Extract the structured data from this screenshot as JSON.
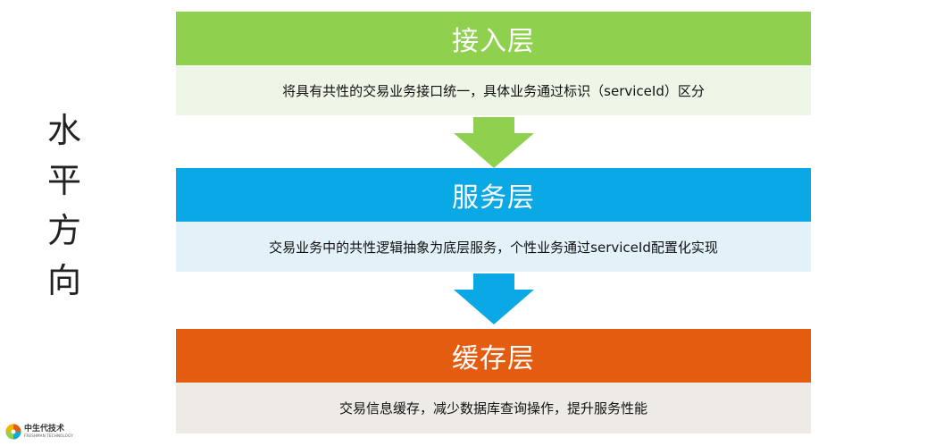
{
  "side_title": [
    "水",
    "平",
    "方",
    "向"
  ],
  "layers": [
    {
      "title": "接入层",
      "description": "将具有共性的交易业务接口统一，具体业务通过标识（serviceId）区分",
      "color": "#8fd14f"
    },
    {
      "title": "服务层",
      "description": "交易业务中的共性逻辑抽象为底层服务，个性业务通过serviceId配置化实现",
      "color": "#0aa9e6"
    },
    {
      "title": "缓存层",
      "description": "交易信息缓存，减少数据库查询操作，提升服务性能",
      "color": "#e45c0f"
    }
  ],
  "logo": {
    "name_cn": "中生代技术",
    "name_en": "FRESHMAN TECHNOLOGY",
    "icon": "flower-logo-icon"
  }
}
